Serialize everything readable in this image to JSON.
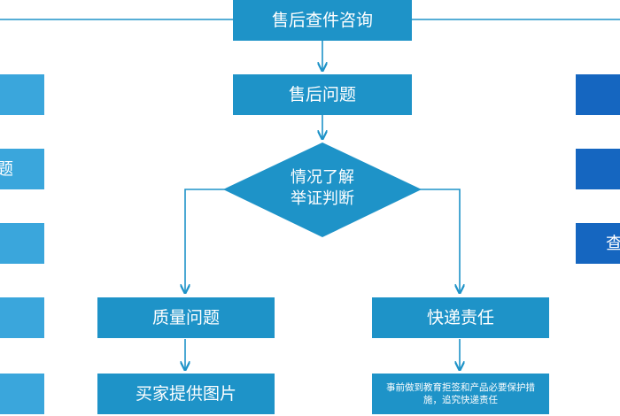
{
  "nodes": {
    "inquiry": "售后查件咨询",
    "issue": "售后问题",
    "decision_line1": "情况了解",
    "decision_line2": "举证判断",
    "quality": "质量问题",
    "courier": "快递责任",
    "buyer_photos": "买家提供图片",
    "courier_note": "事前做到教育拒签和产品必要保护措施，追究快递责任"
  },
  "partial_text": {
    "left_fragment": "题",
    "right_fragment": "查"
  },
  "colors": {
    "box": "#1e93c8",
    "arrow": "#1e93c8",
    "side_left": "#3aa6dc",
    "side_right": "#1566c0",
    "text": "#ffffff"
  }
}
